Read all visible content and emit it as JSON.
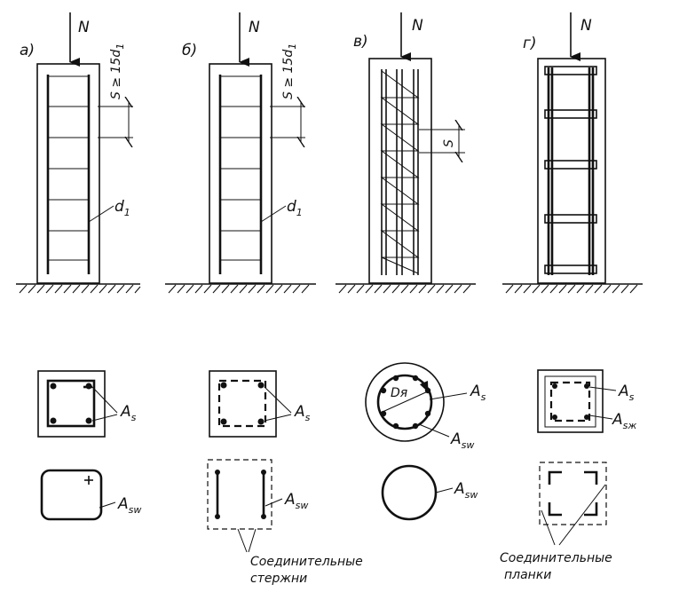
{
  "elevations": {
    "a": {
      "label": "а)",
      "force": "N",
      "spacing": "S ≥ 15d",
      "spacing_sub": "1",
      "bar": "d",
      "bar_sub": "1"
    },
    "b": {
      "label": "б)",
      "force": "N",
      "spacing": "S ≥ 15d",
      "spacing_sub": "1",
      "bar": "d",
      "bar_sub": "1"
    },
    "v": {
      "label": "в)",
      "force": "N",
      "spacing": "S"
    },
    "g": {
      "label": "г)",
      "force": "N"
    }
  },
  "sections": {
    "a_top": {
      "label": "A",
      "sub": "s"
    },
    "a_bottom": {
      "label": "A",
      "sub": "sw"
    },
    "b_top": {
      "label": "A",
      "sub": "s"
    },
    "b_bottom": {
      "label": "A",
      "sub": "sw"
    },
    "v_top": {
      "label": "A",
      "sub": "s",
      "label2": "A",
      "sub2": "sw",
      "diameter": "Dя"
    },
    "v_bottom": {
      "label": "A",
      "sub": "sw"
    },
    "g_top": {
      "label": "A",
      "sub": "s",
      "label2": "A",
      "sub2": "sж"
    }
  },
  "captions": {
    "b": {
      "line1": "Соединительные",
      "line2": "стержни"
    },
    "g": {
      "line1": "Соединительные",
      "line2": "планки"
    }
  }
}
